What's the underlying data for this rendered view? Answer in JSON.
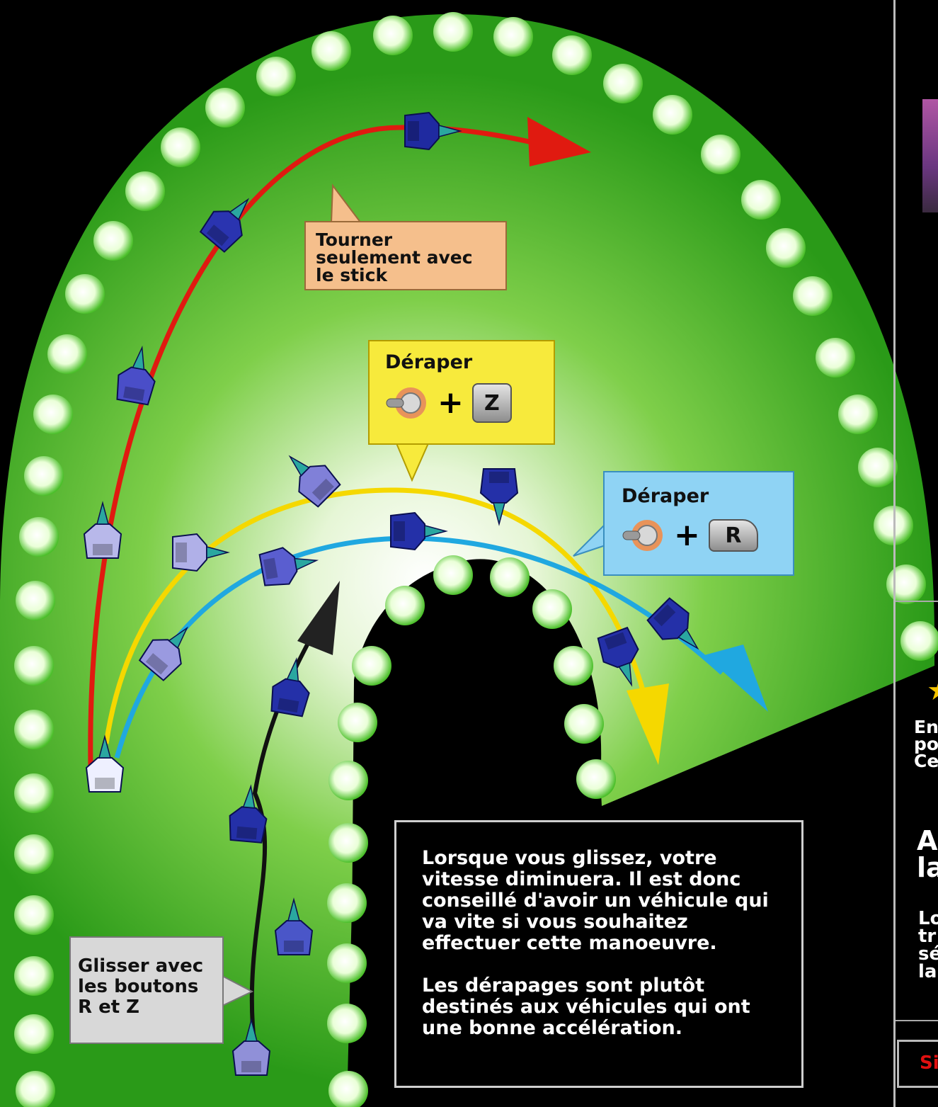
{
  "callouts": {
    "stick": "Tourner\nseulement avec\nle stick",
    "skid_z": {
      "title": "Déraper",
      "key": "Z"
    },
    "skid_r": {
      "title": "Déraper",
      "key": "R"
    },
    "glide": "Glisser avec\nles boutons\nR et Z"
  },
  "info_box": {
    "paragraph_1": "Lorsque vous glissez, votre vitesse diminuera. Il est donc conseillé d'avoir un véhicule qui va vite si vous souhaitez effectuer cette manoeuvre.",
    "paragraph_2": "Les dérapages sont plutôt destinés aux véhicules qui ont une bonne accélération."
  },
  "side_panel": {
    "text_1": "En\npo\nCe",
    "heading": "A\nla",
    "text_2": "Lo\ntr\nsé\nla",
    "link": "Si"
  },
  "colors": {
    "track_green": "#2fa51a",
    "track_light": "#e8f5d6",
    "light_bulb": "#ffffff",
    "red_path": "#e01a10",
    "yellow_path": "#f5d800",
    "blue_path": "#20a8e0",
    "black_path": "#111111",
    "vehicle_blue": "#2430a8"
  }
}
